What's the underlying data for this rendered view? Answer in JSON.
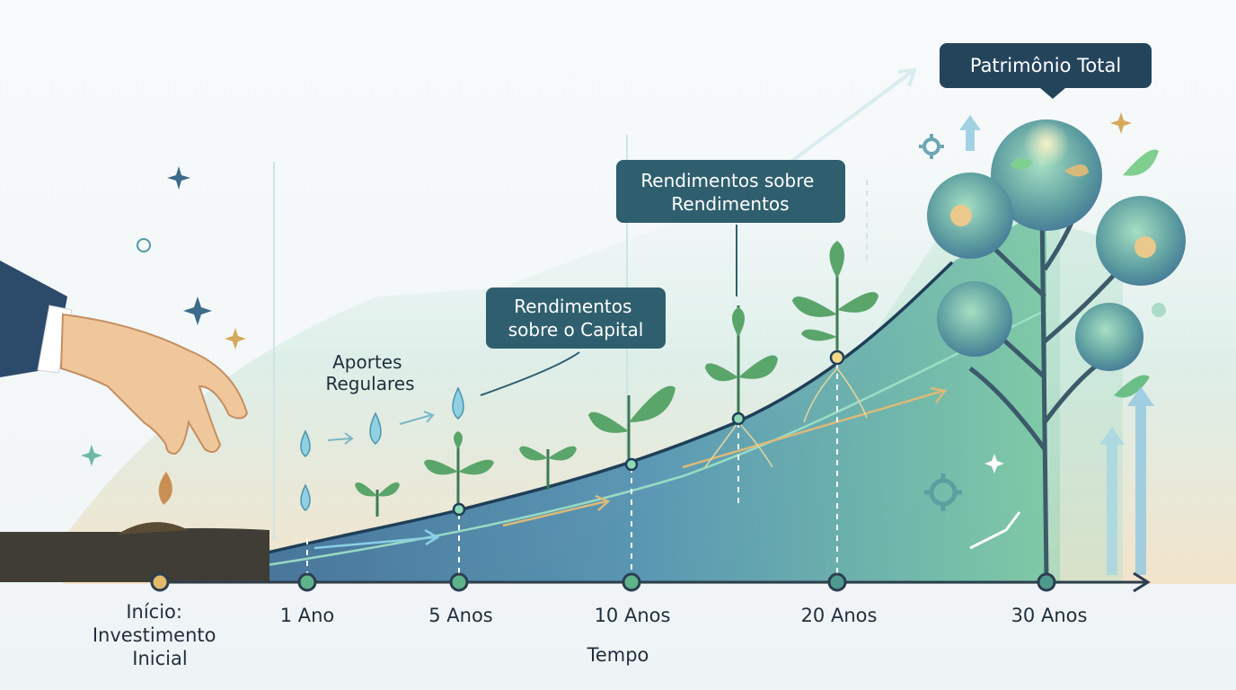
{
  "timeline": {
    "axis_title": "Tempo",
    "points": [
      {
        "label_lines": [
          "Início:",
          "Investimento",
          "Inicial"
        ]
      },
      {
        "label_lines": [
          "1 Ano"
        ]
      },
      {
        "label_lines": [
          "5 Anos"
        ]
      },
      {
        "label_lines": [
          "10 Anos"
        ]
      },
      {
        "label_lines": [
          "20 Anos"
        ]
      },
      {
        "label_lines": [
          "30 Anos"
        ]
      }
    ]
  },
  "annotations": {
    "aportes_lines": [
      "Aportes",
      "Regulares"
    ]
  },
  "callouts": {
    "capital_lines": [
      "Rendimentos",
      "sobre o Capital"
    ],
    "rendimentos_lines": [
      "Rendimentos sobre",
      "Rendimentos"
    ],
    "patrimonio": "Patrimônio Total"
  },
  "colors": {
    "axis": "#2c3e50",
    "curve_dark": "#1f4e6e",
    "curve_light": "#7cc8a8",
    "callout_bg": "#2f5f6e",
    "patrimonio_bg": "#24445c",
    "node_fill": "#5fb38a",
    "leaf": "#5aa56a",
    "accent": "#d6a95c"
  },
  "icons": [
    "hand-icon",
    "seed-icon",
    "water-drop-icon",
    "sprout-icon",
    "tree-icon",
    "gear-icon",
    "sparkle-icon",
    "up-arrow-icon"
  ]
}
